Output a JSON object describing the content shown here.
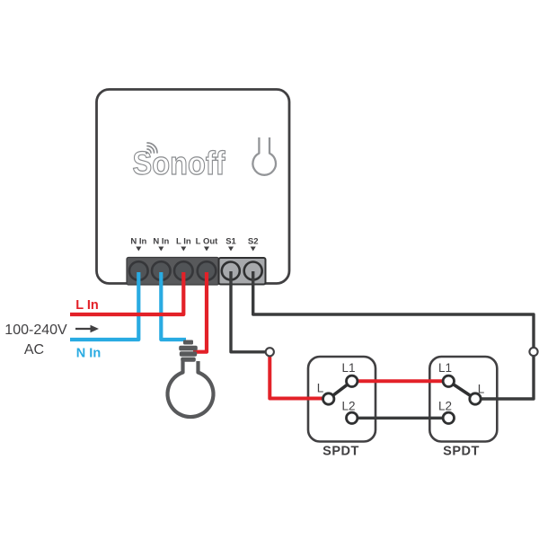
{
  "colors": {
    "live_wire_red": "#e32128",
    "neutral_wire_blue": "#29abe2",
    "switch_wire_black": "#3a3b3c",
    "outline_dark_gray": "#414042",
    "device_dark_gray": "#58595b",
    "terminal_block_light_gray": "#a7a9ac",
    "logo_gray": "#8a8c8f"
  },
  "device": {
    "brand_logo": "Sonoff",
    "terminal_labels": [
      "N In",
      "N In",
      "L In",
      "L Out",
      "S1",
      "S2"
    ]
  },
  "power_source": {
    "live_label": "L In",
    "voltage_label": "100-240V",
    "ac_label": "AC",
    "neutral_label": "N In"
  },
  "switches": [
    {
      "type_label": "SPDT",
      "terminal_l1": "L1",
      "terminal_l": "L",
      "terminal_l2": "L2"
    },
    {
      "type_label": "SPDT",
      "terminal_l1": "L1",
      "terminal_l": "L",
      "terminal_l2": "L2"
    }
  ],
  "icons": {
    "wifi": "wifi-signal-icon",
    "button": "pairing-button-icon",
    "bulb": "light-bulb-icon",
    "junction": "wire-junction-connector"
  }
}
